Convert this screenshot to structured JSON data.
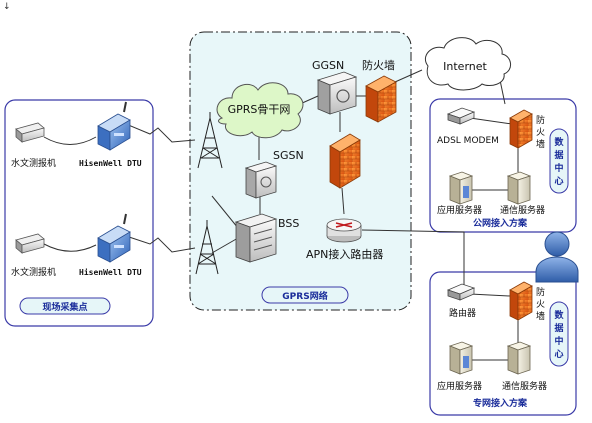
{
  "corner_mark": "↓",
  "field": {
    "sensor_1": "水文测报机",
    "dtu_1": "HisenWell DTU",
    "sensor_2": "水文测报机",
    "dtu_2": "HisenWell DTU",
    "title": "现场采集点"
  },
  "gprs": {
    "cloud": "GPRS骨干网",
    "sgsn": "SGSN",
    "bss": "BSS",
    "ggsn": "GGSN",
    "firewall": "防火墙",
    "apn_router": "APN接入路由器",
    "title": "GPRS网络"
  },
  "internet": "Internet",
  "public": {
    "adsl": "ADSL MODEM",
    "firewall": [
      "防",
      "火",
      "墙"
    ],
    "data_center": [
      "数",
      "据",
      "中",
      "心"
    ],
    "app_server": "应用服务器",
    "comm_server": "通信服务器",
    "title": "公网接入方案"
  },
  "private": {
    "router": "路由器",
    "firewall": [
      "防",
      "火",
      "墙"
    ],
    "data_center": [
      "数",
      "据",
      "中",
      "心"
    ],
    "app_server": "应用服务器",
    "comm_server": "通信服务器",
    "title": "专网接入方案"
  }
}
